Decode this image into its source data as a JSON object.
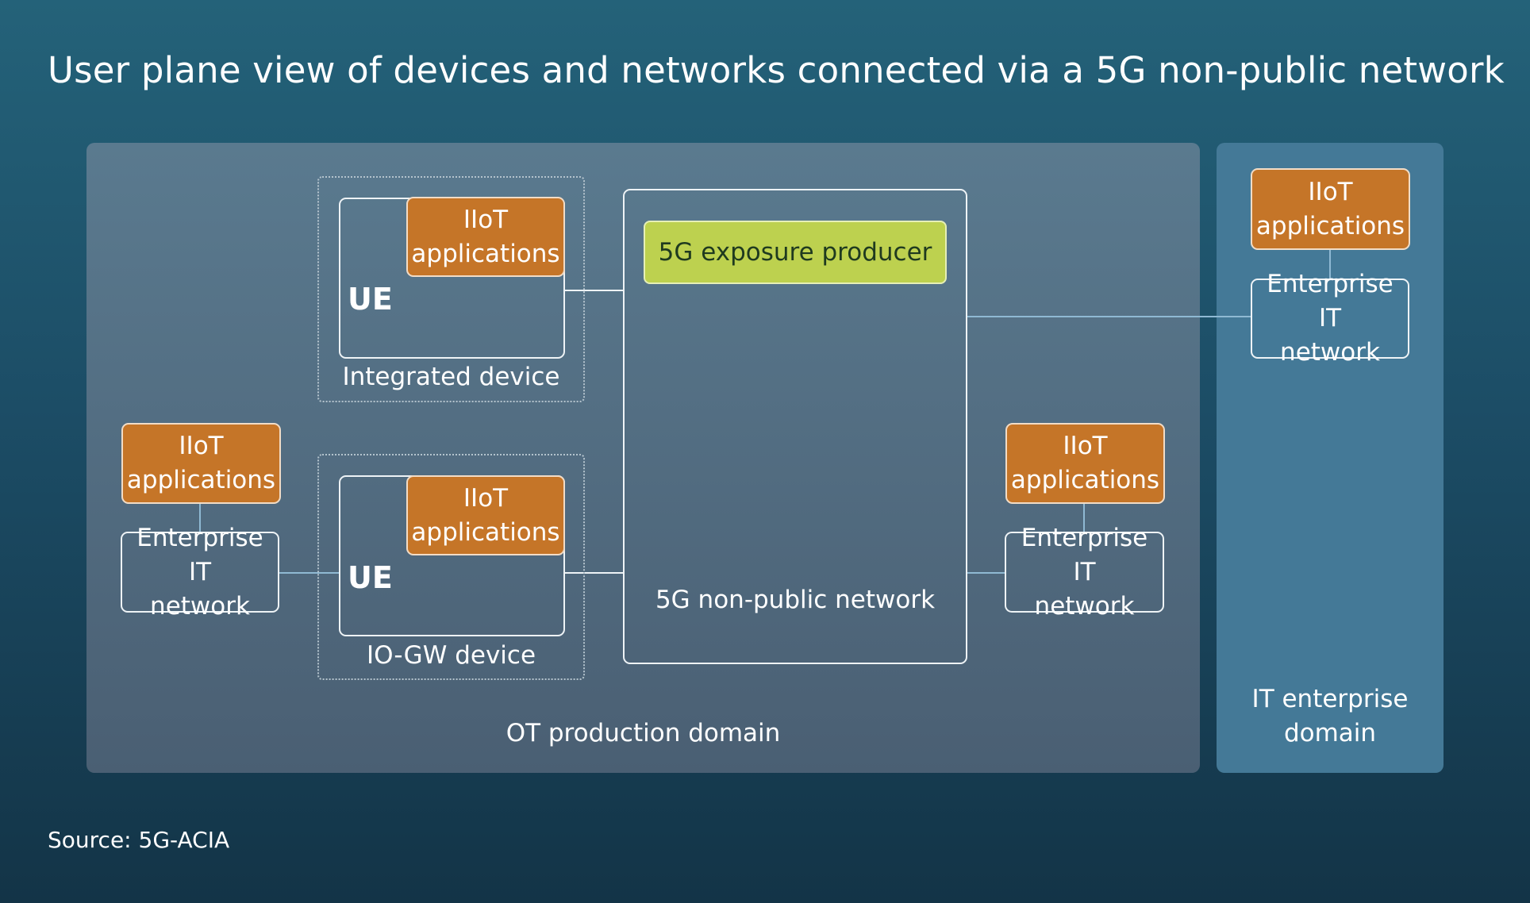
{
  "title": "User plane view of devices and networks connected via a 5G non-public network",
  "source": "Source: 5G-ACIA",
  "domains": {
    "ot": "OT production domain",
    "it": [
      "IT enterprise",
      "domain"
    ]
  },
  "integrated_device": {
    "label": "Integrated device",
    "ue": "UE",
    "app": [
      "IIoT",
      "applications"
    ]
  },
  "iogw_device": {
    "label": "IO-GW device",
    "ue": "UE",
    "app": [
      "IIoT",
      "applications"
    ]
  },
  "npn": {
    "label": "5G non-public network",
    "exposure_producer": "5G exposure producer"
  },
  "left_enterprise": {
    "app": [
      "IIoT",
      "applications"
    ],
    "network": [
      "Enterprise IT",
      "network"
    ]
  },
  "right_enterprise": {
    "app": [
      "IIoT",
      "applications"
    ],
    "network": [
      "Enterprise IT",
      "network"
    ]
  },
  "it_enterprise": {
    "app": [
      "IIoT",
      "applications"
    ],
    "network": [
      "Enterprise IT",
      "network"
    ]
  },
  "colors": {
    "iiot_orange": "#c57528",
    "exposure_green": "#bdd14f",
    "ot_domain": "#52697d",
    "it_domain": "#447997",
    "link_blue": "#8fb9d3"
  }
}
